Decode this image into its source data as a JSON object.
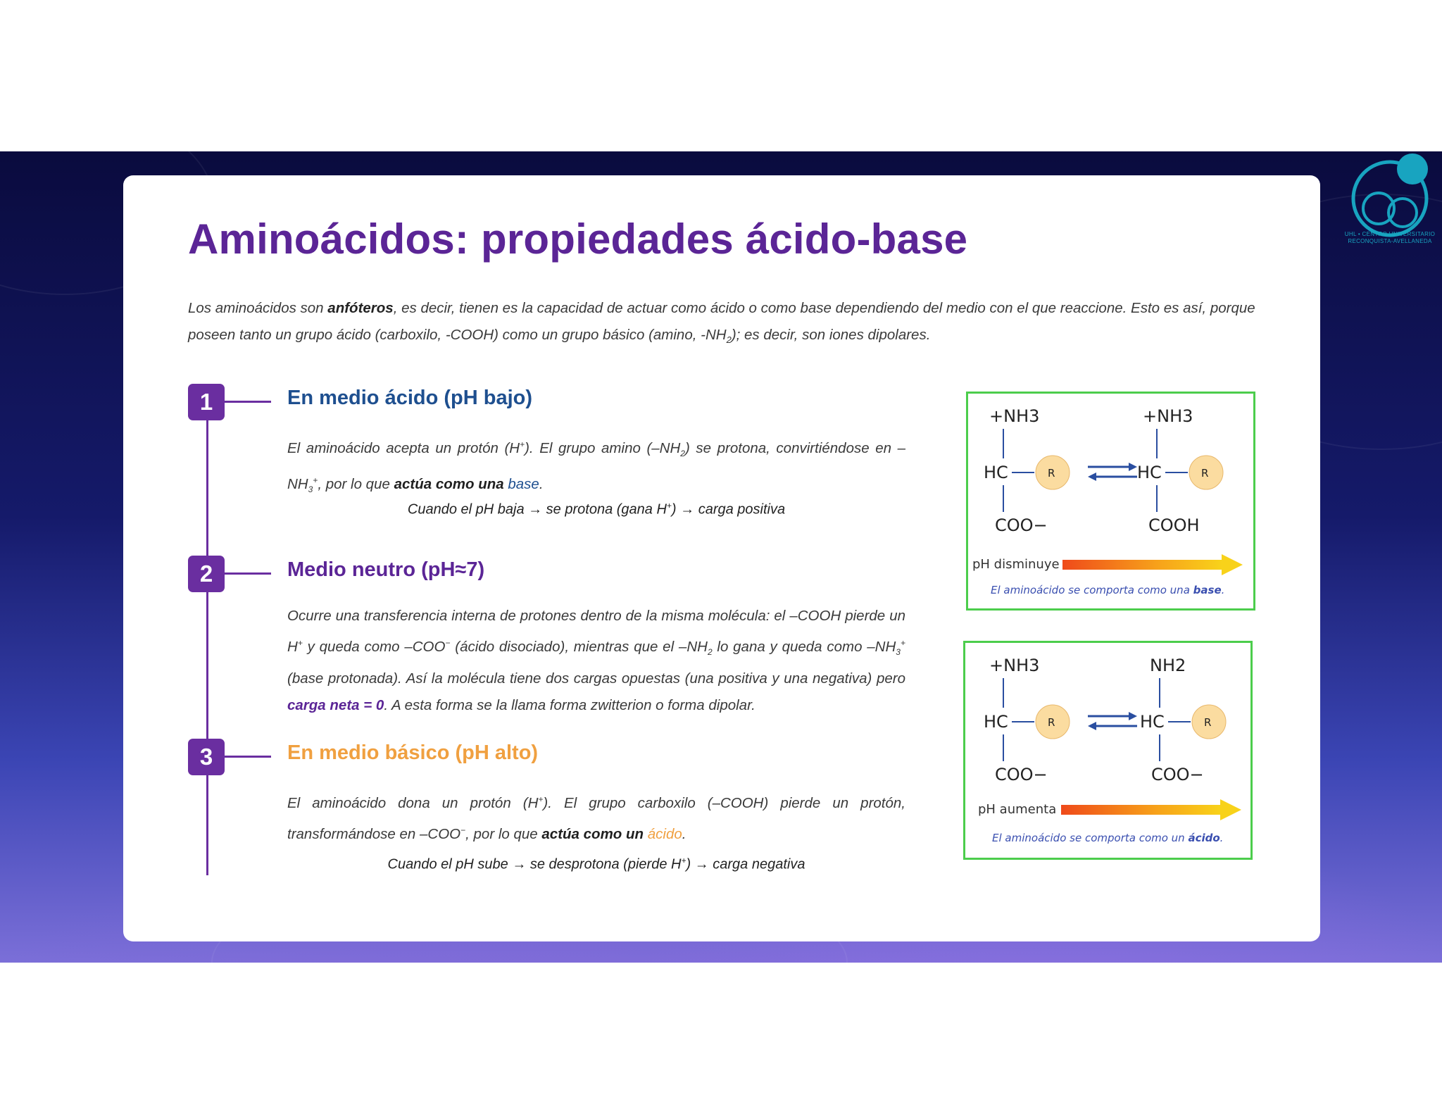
{
  "logo": {
    "caption_line1": "UHL • CENTRO UNIVERSITARIO",
    "caption_line2": "RECONQUISTA-AVELLANEDA"
  },
  "title": "Aminoácidos: propiedades ácido-base",
  "intro": {
    "p1": "Los aminoácidos son ",
    "bold": "anfóteros",
    "p2": ", es decir, tienen es la capacidad de actuar como ácido o como base dependiendo del medio con el que reaccione. Esto es así, porque poseen tanto un grupo ácido (carboxilo, -COOH) como un grupo básico (amino, -NH",
    "sub": "2",
    "p3": "); es decir, son iones dipolares."
  },
  "steps": [
    {
      "number": "1",
      "title": "En medio ácido (pH bajo)",
      "color": "#1e4f8f",
      "body": {
        "a": "El aminoácido acepta un protón (H",
        "a_sup": "+",
        "b": "). El grupo amino (–NH",
        "b_sub": "2",
        "c": ") se protona, convirtiéndose en –NH",
        "c_sub": "3",
        "c_sup": "+",
        "d": ", por lo que ",
        "emph": "actúa como una",
        "e": " ",
        "keyword": "base",
        "f": "."
      },
      "rule": {
        "a": "Cuando el pH baja → se protona (gana H",
        "sup": "+",
        "b": ") → carga positiva"
      }
    },
    {
      "number": "2",
      "title": "Medio neutro (pH≈7)",
      "color": "#5b2596",
      "body": {
        "a": "Ocurre una transferencia interna de protones dentro de la misma molécula: el –COOH pierde un H",
        "a_sup": "+",
        "b": " y queda como –COO",
        "b_sup": "−",
        "c": " (ácido disociado), mientras que el –NH",
        "c_sub": "2",
        "d": " lo gana y queda como –NH",
        "d_sub": "3",
        "d_sup": "+",
        "e": " (base protonada). Así la molécula tiene dos cargas opuestas (una positiva y una negativa) pero ",
        "keyword": "carga neta = 0",
        "f": ". A esta forma se la llama forma zwitterion o forma dipolar."
      }
    },
    {
      "number": "3",
      "title": "En medio básico (pH alto)",
      "color": "#f0a040",
      "body": {
        "a": "El aminoácido dona un protón (H",
        "a_sup": "+",
        "b": "). El grupo carboxilo (–COOH) pierde un protón, transformándose en –COO",
        "b_sup": "−",
        "c": ", por lo que ",
        "emph": "actúa como un",
        "d": " ",
        "keyword": "ácido",
        "e": "."
      },
      "rule": {
        "a": "Cuando el pH sube → se desprotona (pierde H",
        "sup": "+",
        "b": ") → carga negativa"
      }
    }
  ],
  "figures": [
    {
      "left": {
        "top": "+NH3",
        "mid": "HC",
        "r": "R",
        "bottom": "COO−"
      },
      "right": {
        "top": "+NH3",
        "mid": "HC",
        "r": "R",
        "bottom": "COOH"
      },
      "ph_label": "pH disminuye",
      "caption_a": "El aminoácido se comporta como una ",
      "caption_b": "base",
      "caption_c": "."
    },
    {
      "left": {
        "top": "+NH3",
        "mid": "HC",
        "r": "R",
        "bottom": "COO−"
      },
      "right": {
        "top": "NH2",
        "mid": "HC",
        "r": "R",
        "bottom": "COO−"
      },
      "ph_label": "pH aumenta",
      "caption_a": "El aminoácido se comporta como un ",
      "caption_b": "ácido",
      "caption_c": "."
    }
  ],
  "colors": {
    "title": "#5b2596",
    "badge": "#6a2ea0",
    "figure_border": "#4ccd4c",
    "r_circle": "#fbdca0"
  }
}
